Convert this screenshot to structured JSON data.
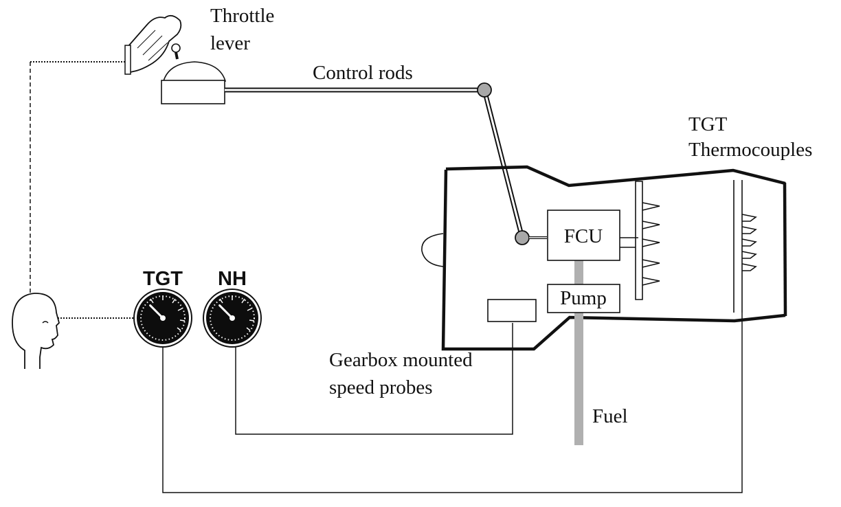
{
  "labels": {
    "throttle_line1": "Throttle",
    "throttle_line2": "lever",
    "control_rods": "Control rods",
    "tgt_thermo_line1": "TGT",
    "tgt_thermo_line2": "Thermocouples",
    "fcu": "FCU",
    "pump": "Pump",
    "gauge_tgt": "TGT",
    "gauge_nh": "NH",
    "gearbox_line1": "Gearbox mounted",
    "gearbox_line2": "speed probes",
    "fuel": "Fuel"
  },
  "gauges": [
    {
      "id": "tgt",
      "needle_deg": -45
    },
    {
      "id": "nh",
      "needle_deg": -45
    }
  ],
  "colors": {
    "ink": "#111111",
    "gauge_face": "#0d0d0d",
    "fuel_line": "#b0b0b0",
    "rod_joint": "#a8a8a8"
  },
  "icons": [
    "hand-icon",
    "head-icon",
    "gauge-icon"
  ]
}
